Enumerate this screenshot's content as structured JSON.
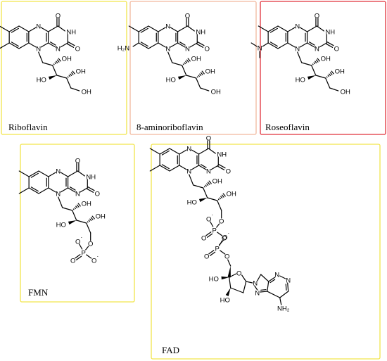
{
  "panels": [
    {
      "id": "riboflavin",
      "caption": "Riboflavin",
      "border": "#f2e54b",
      "tail": "ribityl",
      "amine": "none"
    },
    {
      "id": "aminoriboflavin",
      "caption": "8-aminoriboflavin",
      "border": "#f2b89d",
      "tail": "ribityl",
      "amine": "NH2"
    },
    {
      "id": "roseoflavin",
      "caption": "Roseoflavin",
      "border": "#e0303a",
      "tail": "ribityl",
      "amine": "NMe2"
    },
    {
      "id": "fmn",
      "caption": "FMN",
      "border": "#f2e54b",
      "tail": "phosphate",
      "amine": "none"
    },
    {
      "id": "fad",
      "caption": "FAD",
      "border": "#f2e54b",
      "tail": "adenine",
      "amine": "none"
    }
  ],
  "atoms": {
    "carbonyl_o": "O",
    "imide_nh": "NH",
    "ring_n": "N",
    "hydroxyl": "OH",
    "hydroxyl_left": "HO",
    "amino": "H₂N",
    "adenine_amino": "NH₂",
    "phosphorus": "P",
    "negative_charge": "-"
  }
}
